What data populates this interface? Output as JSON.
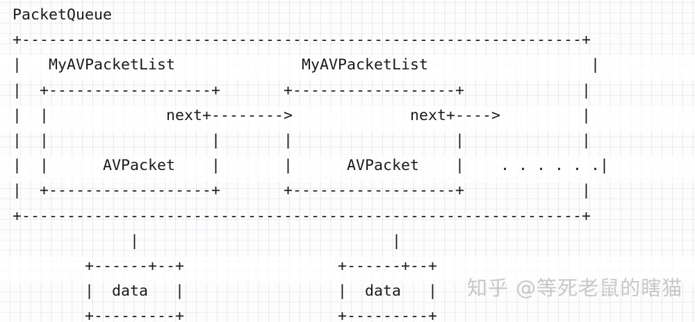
{
  "diagram": {
    "title": "PacketQueue",
    "type": "ascii-art-diagram",
    "labels": {
      "outer_struct": "PacketQueue",
      "node_struct": "MyAVPacketList",
      "payload_struct": "AVPacket",
      "pointer_field": "next",
      "data_box": "data",
      "ellipsis": ". . . . . ."
    },
    "lines": [
      "PacketQueue",
      "+--------------------------------------------------------------+",
      "|   MyAVPacketList              MyAVPacketList                  |",
      "|  +------------------+       +------------------+             |",
      "|  |             next+-------->             next+---->         |",
      "|  |                  |       |                  |             |",
      "|  |      AVPacket    |       |      AVPacket    |    . . . . . .|",
      "|  +------------------+       +------------------+             |",
      "+--------------------------------------------------------------+",
      "             |                            |                     ",
      "        +------+--+                 +------+--+                  ",
      "        |  data   |                 |  data   |                  ",
      "        +---------+                 +---------+                  "
    ],
    "watermark": "知乎 @等死老鼠的瞎猫"
  }
}
